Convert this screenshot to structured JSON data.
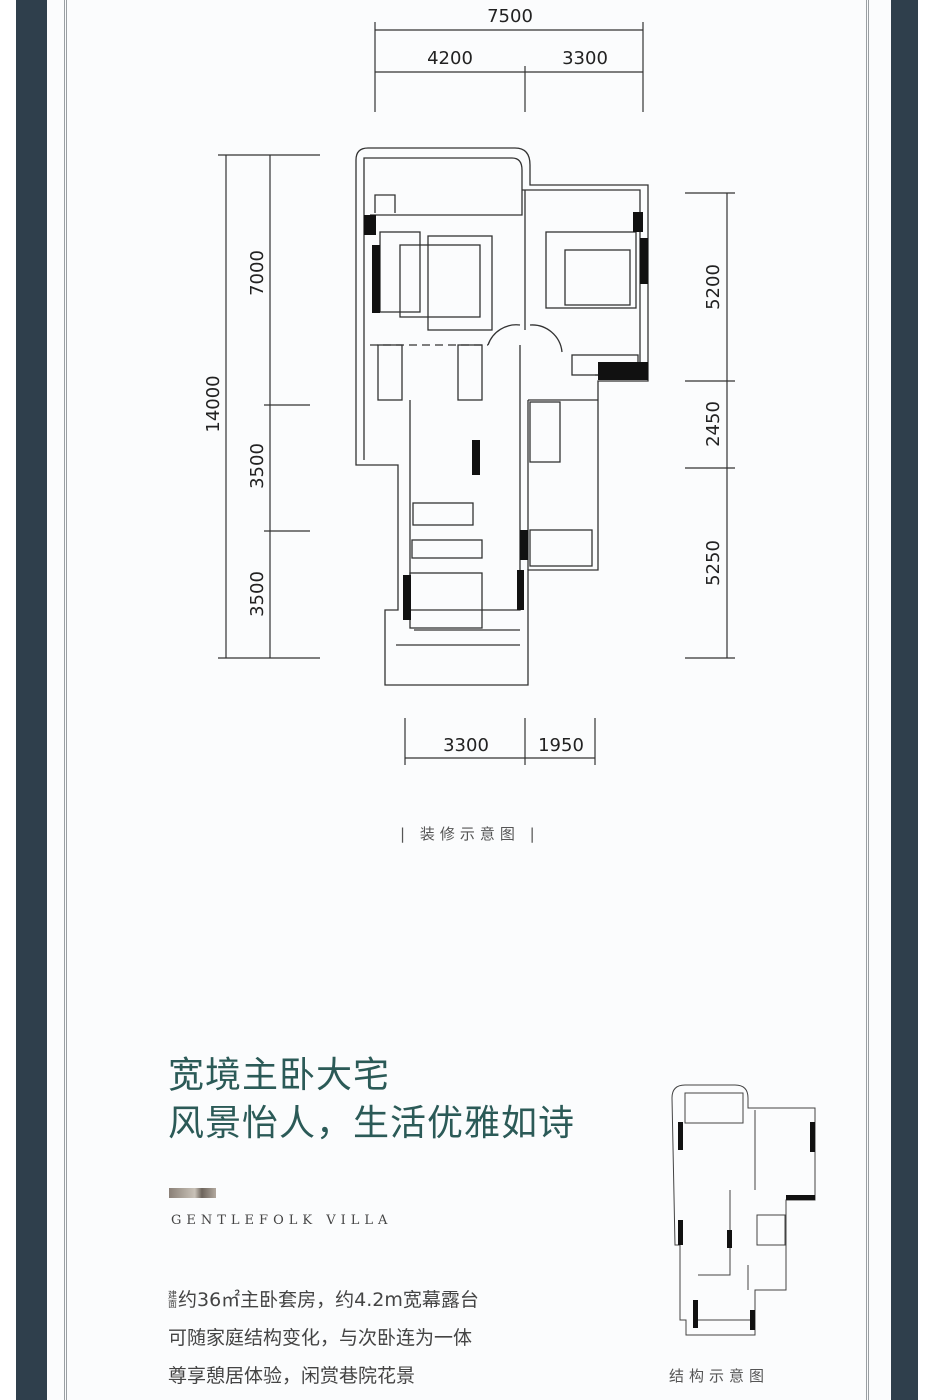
{
  "floor_plan": {
    "dimensions": {
      "top_total": "7500",
      "top_left": "4200",
      "top_right": "3300",
      "left_total": "14000",
      "left_segments": [
        "7000",
        "3500",
        "3500"
      ],
      "right_segments": [
        "5200",
        "2450",
        "5250"
      ],
      "bottom_left": "3300",
      "bottom_right": "1950"
    },
    "caption": "| 装修示意图 |"
  },
  "headline": {
    "line1": "宽境主卧大宅",
    "line2": "风景怡人，生活优雅如诗"
  },
  "subtitle": "GENTLEFOLK VILLA",
  "description": {
    "area_label": "建面",
    "line1": "约36㎡主卧套房，约4.2m宽幕露台",
    "line2": "可随家庭结构变化，与次卧连为一体",
    "line3": "尊享憩居体验，闲赏巷院花景"
  },
  "structure_plan": {
    "caption": "结构示意图"
  },
  "colors": {
    "side_stripe": "#2f3f4c",
    "headline": "#2b5a57",
    "background": "#fbfcfd"
  }
}
